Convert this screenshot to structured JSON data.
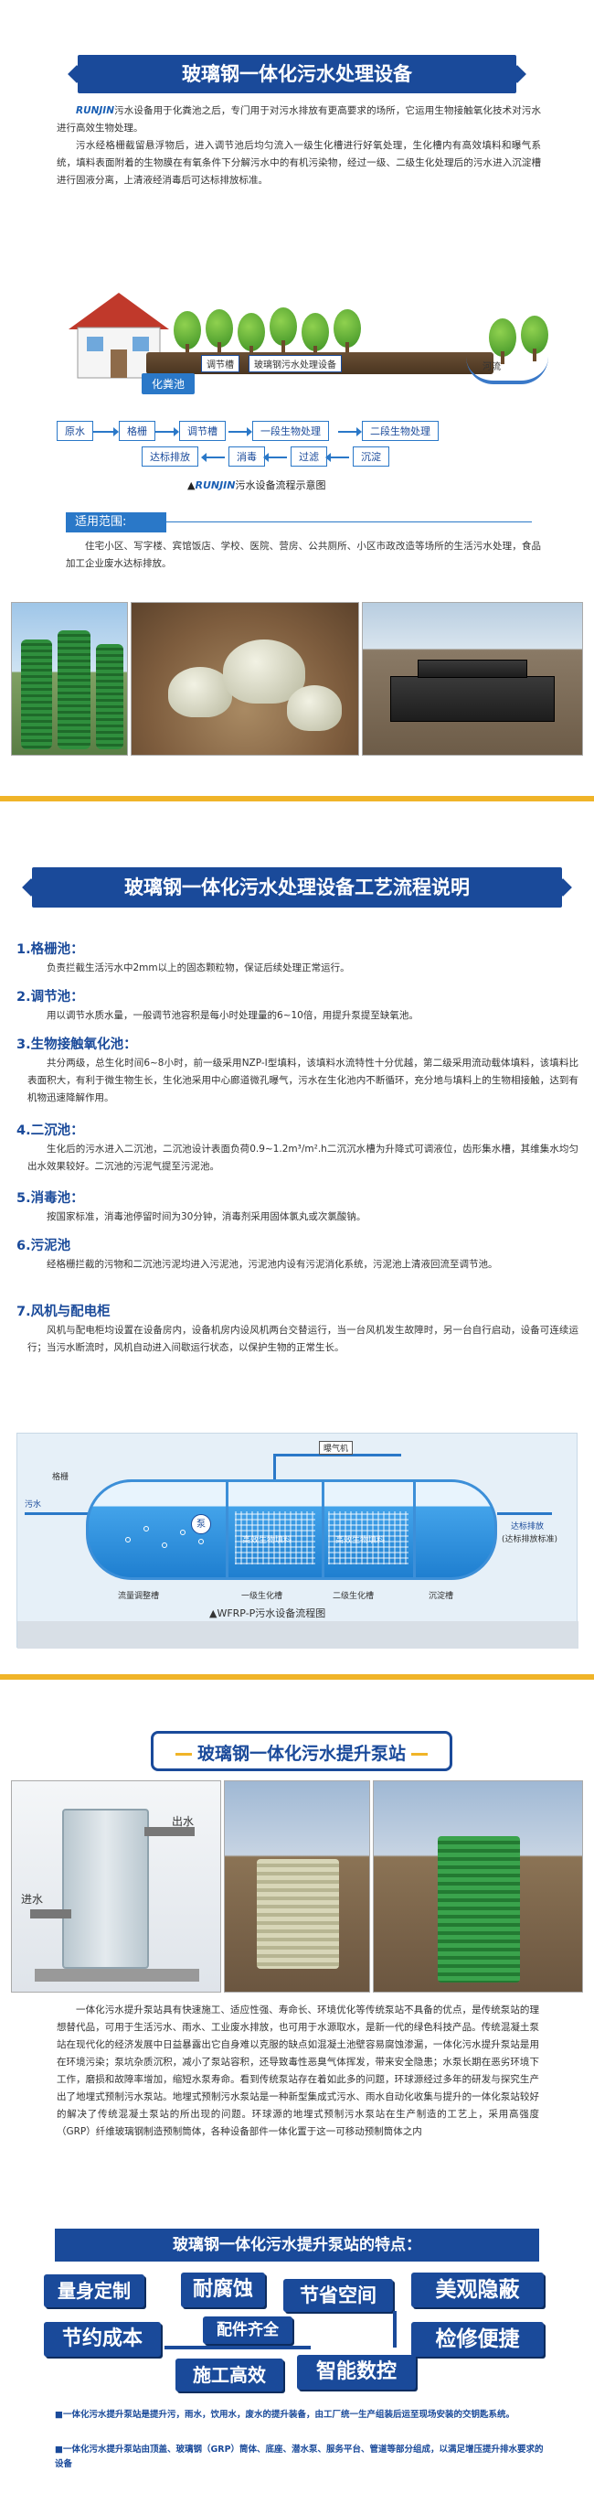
{
  "section1": {
    "title": "玻璃钢一体化污水处理设备",
    "intro_brand": "RUNJIN",
    "intro_rest": "污水设备用于化粪池之后，专门用于对污水排放有更高要求的场所，它运用生物接触氧化技术对污水进行高效生物处理。",
    "intro_p2": "污水经格栅截留悬浮物后，进入调节池后均匀流入一级生化槽进行好氧处理，生化槽内有高效填料和曝气系统，填料表面附着的生物膜在有氧条件下分解污水中的有机污染物，经过一级、二级生化处理后的污水进入沉淀槽进行固液分离，上清液经消毒后可达标排放标准。",
    "diagram": {
      "septic": "化粪池",
      "reg_box": "调节槽",
      "device": "玻璃钢污水处理设备",
      "river": "河流",
      "flow_top": [
        "原水",
        "格栅",
        "调节槽",
        "一段生物处理",
        "二段生物处理"
      ],
      "flow_bottom": [
        "达标排放",
        "消毒",
        "过滤",
        "沉淀"
      ],
      "caption_brand": "RUNJIN",
      "caption_rest": "污水设备流程示意图"
    },
    "scope_title": "适用范围:",
    "scope_text": "住宅小区、写字楼、宾馆饭店、学校、医院、营房、公共厕所、小区市政改造等场所的生活污水处理，食品加工企业废水达标排放。"
  },
  "section2": {
    "title": "玻璃钢一体化污水处理设备工艺流程说明",
    "steps": [
      {
        "title": "1.格栅池：",
        "text": "负责拦截生活污水中2mm以上的固态颗粒物，保证后续处理正常运行。"
      },
      {
        "title": "2.调节池：",
        "text": "用以调节水质水量，一般调节池容积是每小时处理量的6~10倍，用提升泵提至缺氧池。"
      },
      {
        "title": "3.生物接触氧化池：",
        "text": "共分两级，总生化时间6~8小时，前一级采用NZP-I型填料，该填料水流特性十分优越，第二级采用流动载体填料，该填料比表面积大，有利于微生物生长，生化池采用中心廊道微孔曝气，污水在生化池内不断循环，充分地与填料上的生物相接触，达到有机物迅速降解作用。"
      },
      {
        "title": "4.二沉池：",
        "text": "生化后的污水进入二沉池，二沉池设计表面负荷0.9~1.2m³/m².h二沉沉水槽为升降式可调液位，齿形集水槽，其维集水均匀出水效果较好。二沉池的污泥气提至污泥池。"
      },
      {
        "title": "5.消毒池：",
        "text": "按国家标准，消毒池停留时间为30分钟，消毒剂采用固体氯丸或次氯酸钠。"
      },
      {
        "title": "6.污泥池",
        "text": "经格栅拦截的污物和二沉池污泥均进入污泥池，污泥池内设有污泥消化系统，污泥池上清液回流至调节池。"
      },
      {
        "title": "7.风机与配电柜",
        "text": "风机与配电柜均设置在设备房内，设备机房内设风机两台交替运行，当一台风机发生故障时，另一台自行启动，设备可连续运行；当污水断流时，风机自动进入间歇运行状态，以保护生物的正常生长。"
      }
    ],
    "process": {
      "grid": "格栅",
      "inlet": "污水",
      "air": "曝气机",
      "pump": "泵",
      "media1": "高效生物填料",
      "media2": "高效生物填料",
      "outlet": "达标排放",
      "outlet_note": "(达标排放标准)",
      "labels": [
        "流量调整槽",
        "一级生化槽",
        "二级生化槽",
        "沉淀槽"
      ],
      "caption": "▲WFRP-P污水设备流程图"
    }
  },
  "section3": {
    "title": "玻璃钢一体化污水提升泵站",
    "out_label": "出水",
    "in_label": "进水",
    "desc": "一体化污水提升泵站具有快速施工、适应性强、寿命长、环境优化等传统泵站不具备的优点，是传统泵站的理想替代品，可用于生活污水、雨水、工业废水排放，也可用于水源取水，是新一代的绿色科技产品。传统混凝土泵站在现代化的经济发展中日益暴露出它自身难以克服的缺点如混凝土池壁容易腐蚀渗漏，一体化污水提升泵站是用在环境污染；泵坑杂质沉积，减小了泵站容积，还导致毒性恶臭气体挥发，带来安全隐患；水泵长期在恶劣环境下工作，磨损和故障率增加，缩短水泵寿命。看到传统泵站存在着如此多的问题，环球源经过多年的研发与探究生产出了地埋式预制污水泵站。地埋式预制污水泵站是一种新型集成式污水、雨水自动化收集与提升的一体化泵站较好的解决了传统混凝土泵站的所出现的问题。环球源的地埋式预制污水泵站在生产制造的工艺上，采用高强度（GRP）纤维玻璃钢制造预制筒体，各种设备部件一体化置于这一可移动预制筒体之内",
    "features_title": "玻璃钢一体化污水提升泵站的特点：",
    "features": [
      "量身定制",
      "耐腐蚀",
      "节省空间",
      "美观隐蔽",
      "节约成本",
      "配件齐全",
      "检修便捷",
      "施工高效",
      "智能数控"
    ],
    "note1": "■一体化污水提升泵站是提升污，雨水，饮用水，废水的提升装备，由工厂统一生产组装后运至现场安装的交钥匙系统。",
    "note2": "■一体化污水提升泵站由顶盖、玻璃钢（GRP）筒体、底座、潜水泵、服务平台、管道等部分组成，以满足增压提升排水要求的设备"
  }
}
